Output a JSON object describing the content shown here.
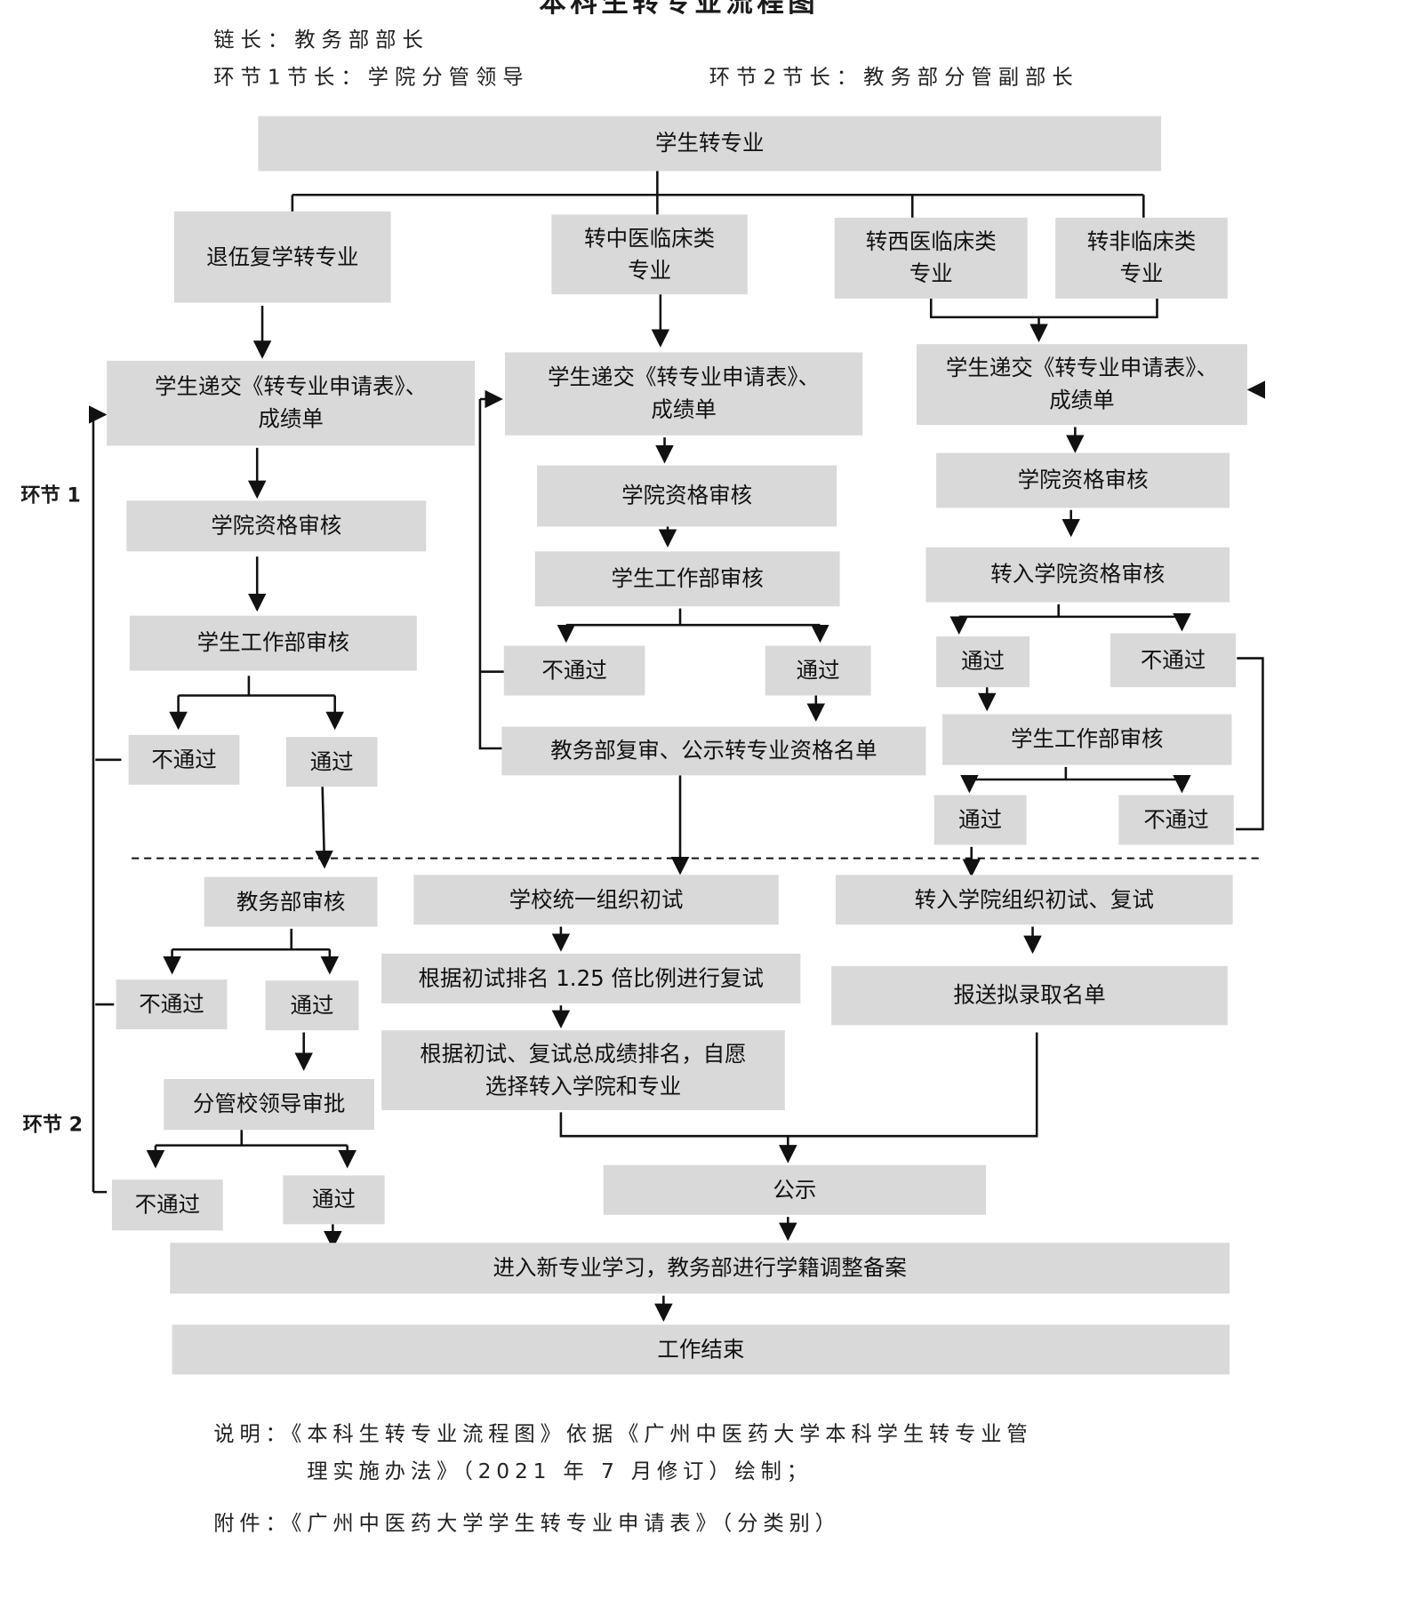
{
  "title": "本科生转专业流程图",
  "header": {
    "chain_head": "链长：教务部部长",
    "stage1_head": "环节1节长：学院分管领导",
    "stage2_head": "环节2节长：教务部分管副部长"
  },
  "stage_labels": {
    "stage1": "环节 1",
    "stage2": "环节 2"
  },
  "nodes": {
    "root": "学生转专业",
    "veteran": "退伍复学转专业",
    "tcm": "转中医临床类\n专业",
    "western": "转西医临床类\n专业",
    "nonclinical": "转非临床类\n专业",
    "l_submit": "学生递交《转专业申请表》、\n成绩单",
    "m_submit": "学生递交《转专业申请表》、\n成绩单",
    "r_submit": "学生递交《转专业申请表》、\n成绩单",
    "l_college": "学院资格审核",
    "m_college": "学院资格审核",
    "r_college": "学院资格审核",
    "l_student_affairs": "学生工作部审核",
    "m_student_affairs": "学生工作部审核",
    "r_target_college": "转入学院资格审核",
    "l_fail": "不通过",
    "l_pass": "通过",
    "m_fail": "不通过",
    "m_pass": "通过",
    "m_recheck": "教务部复审、公示转专业资格名单",
    "r_pass1": "通过",
    "r_fail1": "不通过",
    "r_student_affairs": "学生工作部审核",
    "r_pass2": "通过",
    "r_fail2": "不通过",
    "academic_review": "教务部审核",
    "unified_exam": "学校统一组织初试",
    "target_exam": "转入学院组织初试、复试",
    "l2_fail": "不通过",
    "l2_pass": "通过",
    "retest": "根据初试排名 1.25 倍比例进行复试",
    "submit_list": "报送拟录取名单",
    "choose": "根据初试、复试总成绩排名，自愿\n选择转入学院和专业",
    "leader_approval": "分管校领导审批",
    "l3_fail": "不通过",
    "l3_pass": "通过",
    "publicity": "公示",
    "new_major": "进入新专业学习，教务部进行学籍调整备案",
    "end": "工作结束"
  },
  "notes": {
    "note_line1": "说明：《本科生转专业流程图》依据《广州中医药大学本科学生转专业管",
    "note_line2": "理实施办法》（2021 年 7 月修订）绘制；",
    "attachment": "附件：《广州中医药大学学生转专业申请表》（分类别）"
  }
}
